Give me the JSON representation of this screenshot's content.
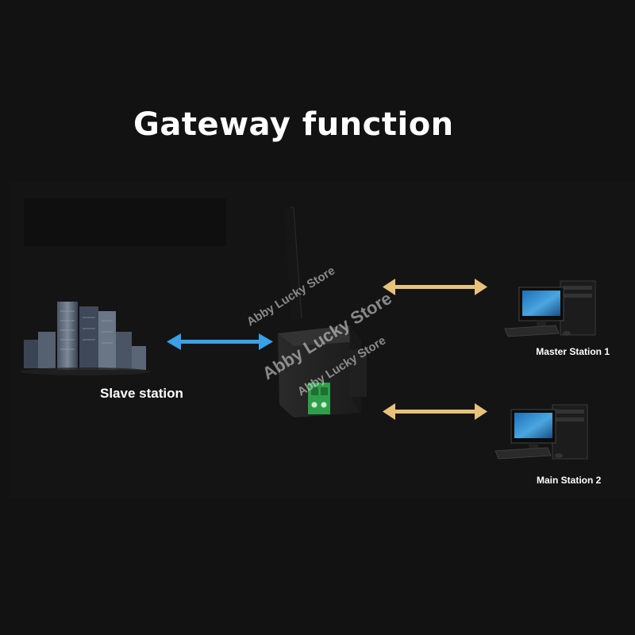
{
  "title": "Gateway function",
  "nodes": {
    "slave": {
      "label": "Slave station"
    },
    "master": {
      "label": "Master Station 1"
    },
    "main": {
      "label": "Main Station 2"
    }
  },
  "watermark": {
    "line1": "Abby Lucky Store",
    "line2": "Abby Lucky Store",
    "line3": "Abby Lucky Store"
  },
  "colors": {
    "background": "#121212",
    "slave_link": "#3aa0e8",
    "master_link": "#e8c27a",
    "terminal_green": "#2e9e4a"
  },
  "icons": {
    "slave": "server-rack-icon",
    "gateway": "wireless-gateway-icon",
    "master": "desktop-computer-icon",
    "main": "desktop-computer-icon"
  }
}
